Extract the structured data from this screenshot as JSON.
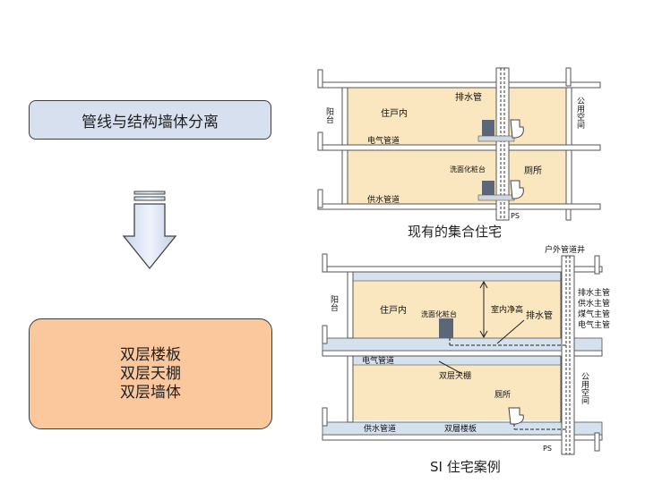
{
  "left": {
    "top_box": "管线与结构墙体分离",
    "bottom_box_lines": [
      "双层楼板",
      "双层天棚",
      "双层墙体"
    ]
  },
  "diagram_top": {
    "caption": "现有的集合住宅",
    "labels": {
      "balcony": "阳台",
      "dwelling": "住戸内",
      "drain_pipe": "排水管",
      "public_space": "公用空间",
      "electric_pipe": "电气管道",
      "washbasin": "洗面化粧台",
      "toilet": "厕所",
      "water_supply": "供水管道",
      "ps": "PS"
    }
  },
  "diagram_bottom": {
    "caption": "SI 住宅案例",
    "labels": {
      "outdoor_shaft": "户外管道井",
      "balcony": "阳台",
      "dwelling": "住戸内",
      "washbasin": "洗面化粧台",
      "clear_height": "室内净高",
      "drain_pipe": "排水管",
      "mains": [
        "排水主管",
        "供水主管",
        "煤气主管",
        "电气主管"
      ],
      "electric_pipe": "电气管道",
      "double_ceiling": "双层天棚",
      "public_space": "公用空间",
      "toilet": "厕所",
      "water_supply": "供水管道",
      "double_floor": "双層楼板",
      "ps": "PS"
    }
  }
}
